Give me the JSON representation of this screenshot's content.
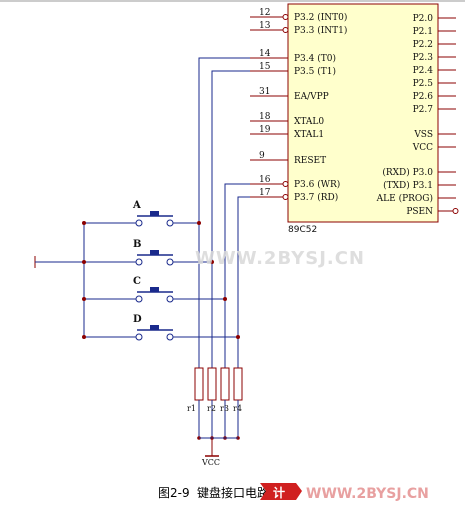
{
  "colors": {
    "chip_fill": "#ffffcc",
    "chip_stroke": "#8b0000",
    "wire_red": "#8b0000",
    "wire_blue": "#1a2a8c",
    "button_blue": "#1a2a8c",
    "watermark_grey": "#d9d9d9",
    "watermark_red": "#e8a0a0",
    "caption_ribbon": "#d02020"
  },
  "chip": {
    "name": "89C52",
    "left_pins": [
      {
        "num": "12",
        "name": "P3.2 (INT0)"
      },
      {
        "num": "13",
        "name": "P3.3 (INT1)"
      },
      {
        "num": "14",
        "name": "P3.4 (T0)"
      },
      {
        "num": "15",
        "name": "P3.5 (T1)"
      },
      {
        "num": "31",
        "name": "EA/VPP"
      },
      {
        "num": "18",
        "name": "XTAL0"
      },
      {
        "num": "19",
        "name": "XTAL1"
      },
      {
        "num": "9",
        "name": "RESET"
      },
      {
        "num": "16",
        "name": "P3.6 (WR)"
      },
      {
        "num": "17",
        "name": "P3.7 (RD)"
      }
    ],
    "right_pins": [
      "P2.0",
      "P2.1",
      "P2.2",
      "P2.3",
      "P2.4",
      "P2.5",
      "P2.6",
      "P2.7",
      "VSS",
      "VCC",
      "(RXD) P3.0",
      "(TXD) P3.1",
      "ALE (PROG)",
      "PSEN"
    ]
  },
  "switches": [
    "A",
    "B",
    "C",
    "D"
  ],
  "resistors": [
    "r1",
    "r2",
    "r3",
    "r4"
  ],
  "vcc_label": "VCC",
  "watermark": "WWW.2BYSJ.CN",
  "caption": {
    "figure": "图2-9",
    "title": "键盘接口电路",
    "ribbon_text": "计",
    "site": "WWW.2BYSJ.CN"
  }
}
